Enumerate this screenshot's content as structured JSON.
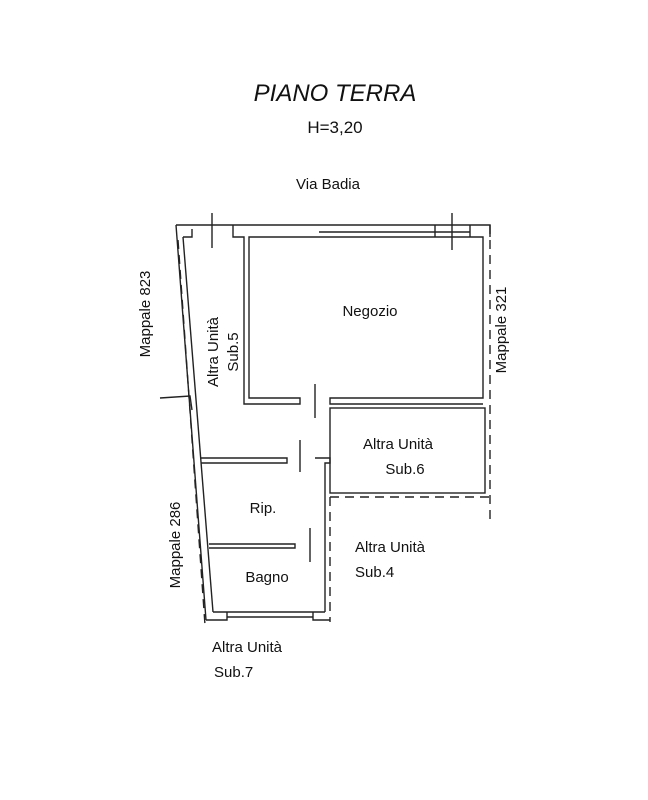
{
  "title": "PIANO TERRA",
  "height_label": "H=3,20",
  "street": "Via Badia",
  "rooms": {
    "negozio": "Negozio",
    "rip": "Rip.",
    "bagno": "Bagno"
  },
  "units": {
    "sub5": {
      "line1": "Altra Unità",
      "line2": "Sub.5"
    },
    "sub6": {
      "line1": "Altra Unità",
      "line2": "Sub.6"
    },
    "sub4": {
      "line1": "Altra Unità",
      "line2": "Sub.4"
    },
    "sub7": {
      "line1": "Altra Unità",
      "line2": "Sub.7"
    }
  },
  "parcels": {
    "left_top": "Mappale 823",
    "right": "Mappale 321",
    "left_bottom": "Mappale 286"
  }
}
